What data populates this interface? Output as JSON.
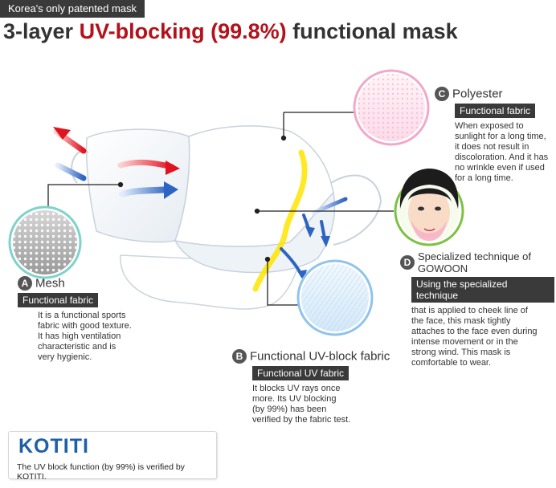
{
  "header": {
    "tagline": "Korea's only patented mask",
    "title_prefix": "3-layer ",
    "title_highlight": "UV-blocking (99.8%)",
    "title_suffix": " functional mask"
  },
  "layers": {
    "a": {
      "letter": "A",
      "name": "Mesh",
      "tag": "Functional fabric",
      "desc": [
        "It is a functional sports",
        "fabric with good texture.",
        "It has high ventilation",
        "characteristic and is",
        "very hygienic."
      ]
    },
    "b": {
      "letter": "B",
      "name": "Functional UV-block fabric",
      "tag": "Functional UV fabric",
      "desc": [
        "It blocks UV rays once",
        "more. Its UV blocking",
        "(by 99%) has been",
        "verified by the fabric test."
      ]
    },
    "c": {
      "letter": "C",
      "name": "Polyester",
      "tag": "Functional fabric",
      "desc": [
        "When exposed to",
        "sunlight for a long time,",
        "it does not result in",
        "discoloration. And it has",
        "no wrinkle even if used",
        "for a long time."
      ]
    },
    "d": {
      "letter": "D",
      "name": [
        "Specialized technique of",
        "GOWOON"
      ],
      "tag": "Using the specialized technique",
      "desc": [
        "that is applied to cheek line of",
        "the face, this mask tightly",
        "attaches to the face even during",
        "intense movement or in the",
        "strong wind. This mask is",
        "comfortable to wear."
      ]
    }
  },
  "certification": {
    "logo": "KOTITI",
    "text": "The UV block function (by 99%) is verified by KOTITI."
  },
  "colors": {
    "highlight": "#b3121b",
    "tag_background": "#3a3a3a",
    "badge": "#555555",
    "mesh_ring": "#7fd3cc",
    "uv_ring": "#8fc4ec",
    "polyester_ring": "#f2a9c8",
    "face_ring": "#7cc243",
    "uv_ray": "#ffe400",
    "logo": "#1f5fa8"
  },
  "icons": [
    "red-arrow-icon",
    "blue-arrow-icon",
    "mask-icon",
    "face-icon",
    "mesh-swatch-icon",
    "uv-swatch-icon",
    "polyester-swatch-icon"
  ]
}
